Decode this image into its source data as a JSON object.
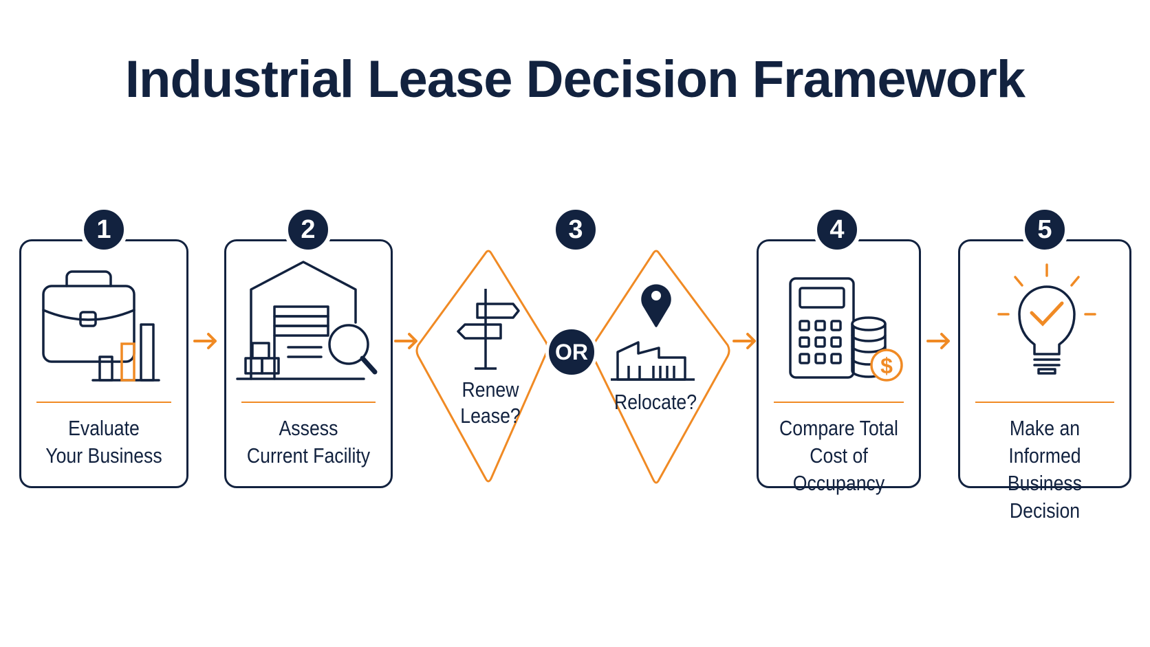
{
  "title": "Industrial Lease Decision Framework",
  "colors": {
    "navy": "#12223f",
    "orange": "#f08a24",
    "background": "#ffffff"
  },
  "steps": [
    {
      "number": "1",
      "label_line1": "Evaluate",
      "label_line2": "Your Business",
      "icon": "briefcase-chart-icon"
    },
    {
      "number": "2",
      "label_line1": "Assess",
      "label_line2": "Current Facility",
      "icon": "warehouse-magnifier-icon"
    },
    {
      "number": "3",
      "option_a_line1": "Renew",
      "option_a_line2": "Lease?",
      "option_a_icon": "signpost-icon",
      "connector": "OR",
      "option_b": "Relocate?",
      "option_b_icon": "location-pin-building-icon"
    },
    {
      "number": "4",
      "label_line1": "Compare Total",
      "label_line2": "Cost of Occupancy",
      "icon": "calculator-coins-icon"
    },
    {
      "number": "5",
      "label_line1": "Make an Informed",
      "label_line2": "Business Decision",
      "icon": "lightbulb-check-icon"
    }
  ]
}
